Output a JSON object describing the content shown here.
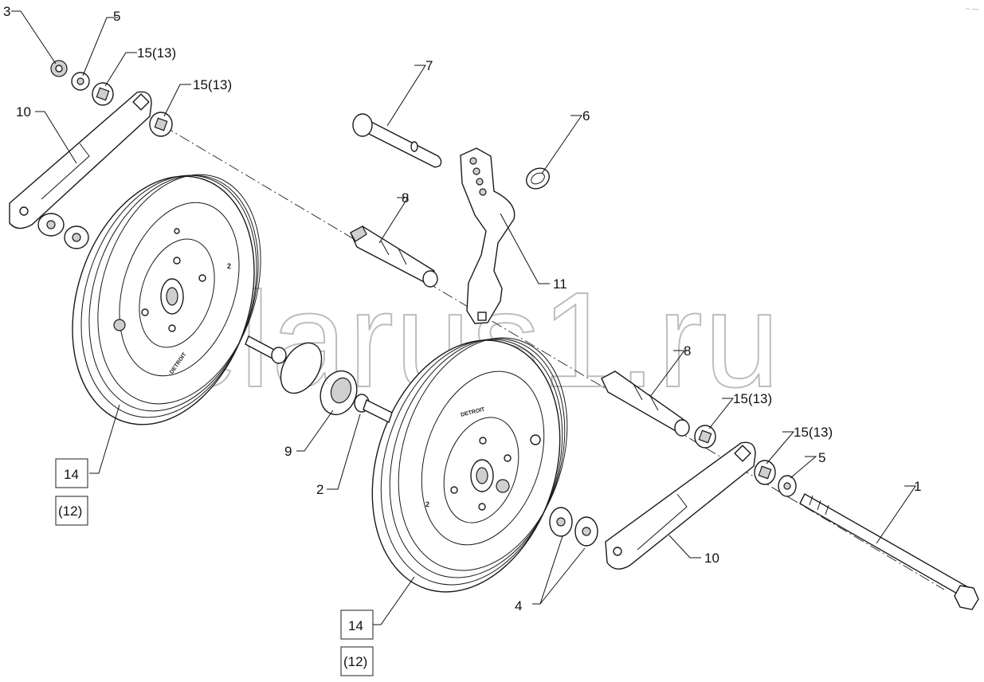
{
  "diagram": {
    "watermark": "belarus1.ru",
    "corner_mark": "~ —",
    "labels": {
      "l3": "3",
      "l5_top": "5",
      "l15_13_a": "15(13)",
      "l15_13_b": "15(13)",
      "l10_left": "10",
      "l7": "7",
      "l6": "6",
      "l8_top": "8",
      "l11": "11",
      "l8_right": "8",
      "l15_13_c": "15(13)",
      "l15_13_d": "15(13)",
      "l5_right": "5",
      "l1": "1",
      "l9": "9",
      "l2": "2",
      "l10_right": "10",
      "l4": "4",
      "l14_left": "14",
      "l12_left": "(12)",
      "l14_right": "14",
      "l12_right": "(12)"
    },
    "wheel_text": {
      "left_hub_number": "2",
      "right_hub_number": "2",
      "left_brand": "DETROIT",
      "right_brand": "DETROIT"
    }
  }
}
